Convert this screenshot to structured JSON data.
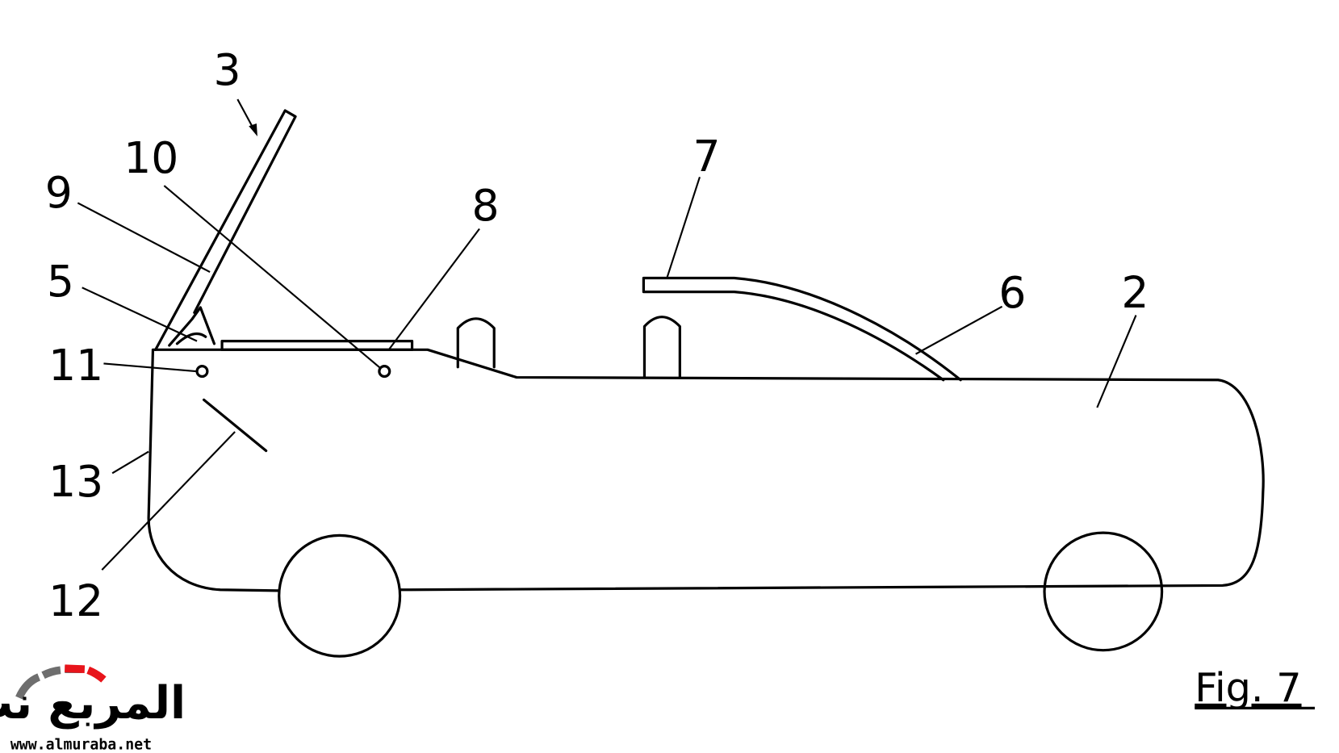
{
  "figure": {
    "caption": "Fig. 7"
  },
  "labels": {
    "l3": "3",
    "l10": "10",
    "l9": "9",
    "l5": "5",
    "l8": "8",
    "l7": "7",
    "l6": "6",
    "l2": "2",
    "l11": "11",
    "l13": "13",
    "l12": "12"
  },
  "watermark": {
    "arabic": "المربع نت",
    "url": "www.almuraba.net",
    "red": "#e8141b",
    "gray": "#6e6e6e"
  }
}
